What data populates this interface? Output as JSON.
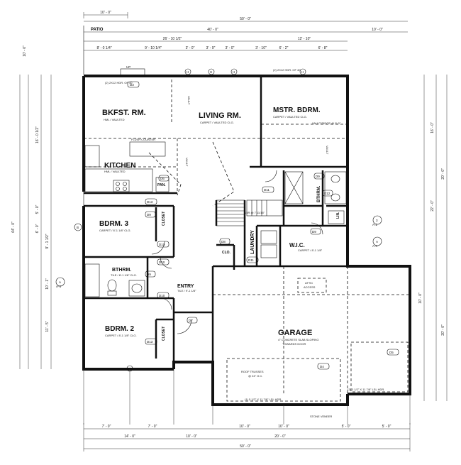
{
  "rooms": {
    "patio": "PATIO",
    "bkfst": "BKFST. RM.",
    "bkfst_note": "HML / VAULTED",
    "living": "LIVING RM.",
    "living_note": "CARPET / VAULTED CLG.",
    "mstr": "MSTR. BDRM.",
    "mstr_note": "CARPET / VAULTED CLG.",
    "kitchen": "KITCHEN",
    "kitchen_note": "HML / VAULTED",
    "bdrm3": "BDRM. 3",
    "bdrm3_note": "CARPET / 8'-1 1/8\" CLG.",
    "bthrm": "BTHRM.",
    "bthrm_note": "TILE / 8'-1 1/8\" CLG.",
    "bdrm2": "BDRM. 2",
    "bdrm2_note": "CARPET / 8'-1 1/8\" CLG.",
    "entry": "ENTRY",
    "entry_note": "TILE / 9'-1 1/8\"",
    "garage": "GARAGE",
    "garage_note1": "4\" CONCRETE SLAB SLOPING",
    "garage_note2": "TOWARDS DOOR",
    "laundry": "LAUNDRY",
    "wic": "W.I.C.",
    "wic_note": "CARPET / 8'-1 1/8\"",
    "mbath": "BTHRM.",
    "pan": "PAN.",
    "clo": "CLO.",
    "closet": "CLOSET",
    "lin": "LIN.",
    "attic1": "ATTIC",
    "attic2": "ACCESS"
  },
  "dims": {
    "top_10": "10' - 0\"",
    "top_50": "50' - 0\"",
    "top_40": "40' - 0\"",
    "top_10b": "10' - 0\"",
    "top_26_10": "26' - 10 1/2\"",
    "top_12_10": "12' - 10\"",
    "top_8_0": "8' - 0 1/4\"",
    "top_9_10": "9' - 10 1/4\"",
    "top_3_0": "3' - 0\"",
    "top_3_9": "3' - 9\"",
    "top_3_0b": "3' - 0\"",
    "top_3_10": "3' - 10\"",
    "top_6_2": "6' - 2\"",
    "top_6_8": "6' - 8\"",
    "bot_7": "7' - 0\"",
    "bot_7b": "7' - 0\"",
    "bot_14": "14' - 0\"",
    "bot_10": "10' - 0\"",
    "bot_10b": "10' - 0\"",
    "bot_20": "20' - 0\"",
    "bot_5": "5' - 0\"",
    "bot_5b": "5' - 0\"",
    "bot_10c": "10' - 0\"",
    "bot_50": "50' - 0\"",
    "left_64": "64' - 0\"",
    "left_10": "10' - 0\"",
    "left_16": "16' - 0 1/2\"",
    "left_5": "5' - 0\"",
    "left_6": "6' - 0\"",
    "left_9": "9' - 1 1/2\"",
    "left_10b": "10' - 1\"",
    "left_11": "11' - 5\"",
    "right_16": "16' - 0\"",
    "right_20": "20' - 0\"",
    "right_22": "22' - 0\"",
    "right_10": "10' - 0\"",
    "right_20b": "20' - 0\""
  },
  "labels": {
    "d3": "D3",
    "d4": "D4",
    "d5": "D5",
    "d6": "D6",
    "d7": "D7",
    "d8": "D8",
    "d9a": "D9",
    "d9b": "D9",
    "d9c": "D9",
    "d9d": "D9",
    "d10a": "D10",
    "d10b": "D10",
    "d10c": "D10",
    "d11a": "D11",
    "d11b": "D11",
    "d12": "D12",
    "d13a": "D13",
    "d13b": "D13",
    "up": "UP",
    "sec_a": "A",
    "sec_a4": "A-4",
    "sec_3": "3",
    "sec_a2": "A-2",
    "sec_b": "B",
    "sec_a4b": "A-4",
    "sec_c": "C",
    "h1": "H",
    "h2": "H",
    "h3": "H",
    "h4": "H",
    "vault1": "VAULT",
    "vault2": "VAULT",
    "vault3": "VAULT",
    "roof_trusses": "ROOF TRUSSES",
    "roof_trusses_24": "@ 24\" O.C.",
    "stone": "STONE VENEER",
    "stair": "15R @ 7 11/16\"",
    "hdr1": "(2) 2X12 HDR. OF 40",
    "hdr2": "(2) 2X12 HDR. OF 40",
    "vault_ridge": "VAULT RIDGE @ 9'-0\"",
    "flush": "FLUSH COUNTER",
    "garage_hdr": "(1) 5 1/2\" X 11 7/8\" LSL HDR.",
    "garage_hdr2": "(1) 3 1/2\" X 11 7/8\" LSL HDR."
  }
}
